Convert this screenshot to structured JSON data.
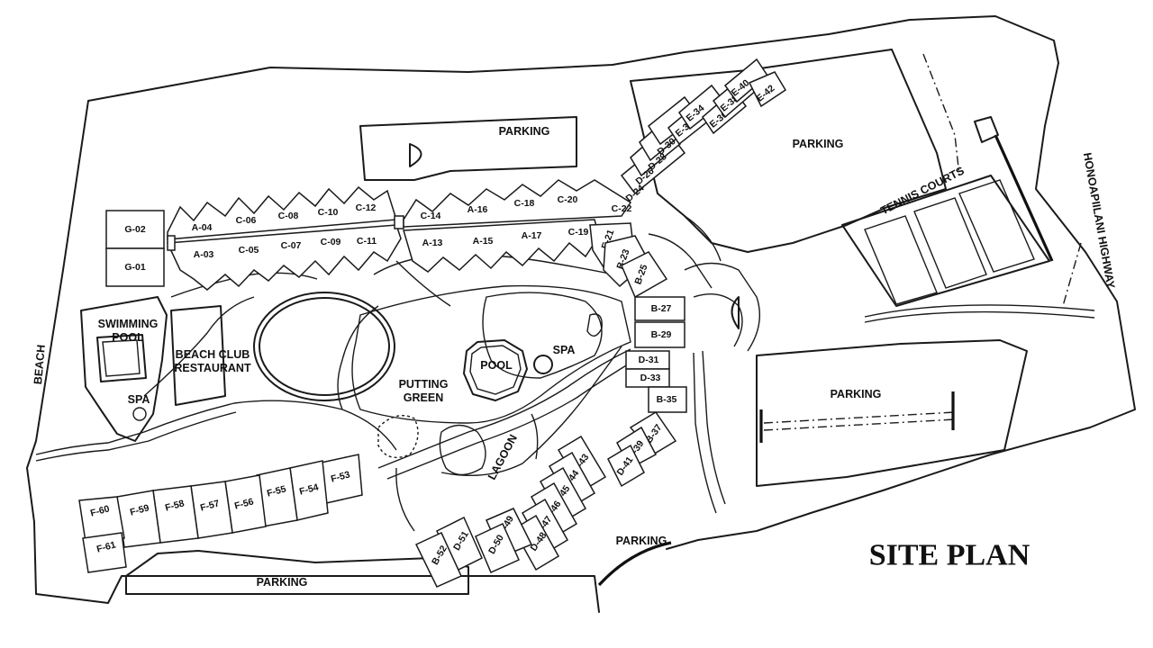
{
  "title": "SITE PLAN",
  "labels": {
    "parking_north": "PARKING",
    "parking_northeast": "PARKING",
    "parking_east": "PARKING",
    "parking_south": "PARKING",
    "parking_southeast": "PARKING",
    "tennis_courts": "TENNIS COURTS",
    "highway": "HONOAPIILANI HIGHWAY",
    "beach": "BEACH",
    "swimming_pool_1": "SWIMMING",
    "swimming_pool_2": "POOL",
    "beach_club_1": "BEACH CLUB",
    "beach_club_2": "RESTAURANT",
    "spa_west": "SPA",
    "pool": "POOL",
    "spa_center": "SPA",
    "putting_1": "PUTTING",
    "putting_2": "GREEN",
    "lagoon": "LAGOON"
  },
  "units": {
    "g02": "G-02",
    "g01": "G-01",
    "a04": "A-04",
    "c06": "C-06",
    "c08": "C-08",
    "c10": "C-10",
    "c12": "C-12",
    "a03": "A-03",
    "c05": "C-05",
    "c07": "C-07",
    "c09": "C-09",
    "c11": "C-11",
    "c14": "C-14",
    "a16": "A-16",
    "c18": "C-18",
    "c20": "C-20",
    "c22": "C-22",
    "a13": "A-13",
    "a15": "A-15",
    "a17": "A-17",
    "c19": "C-19",
    "e21": "E-21",
    "b23": "B-23",
    "b25": "B-25",
    "d24": "D-24",
    "d26": "D-26",
    "d28": "D-28",
    "d30": "D-30",
    "e32": "E-32",
    "e34": "E-34",
    "e36": "E-36",
    "e38": "E-38",
    "e40": "E-40",
    "e42": "E-42",
    "b27": "B-27",
    "b29": "B-29",
    "d31": "D-31",
    "d33": "D-33",
    "b35": "B-35",
    "b37": "B-37",
    "d39": "D-39",
    "d41": "D-41",
    "d43": "D-43",
    "d44": "D-44",
    "d45": "D-45",
    "d46": "D-46",
    "d47": "D-47",
    "d48": "D-48",
    "d49": "D-49",
    "d50": "D-50",
    "d51": "D-51",
    "b52": "B-52",
    "f53": "F-53",
    "f54": "F-54",
    "f55": "F-55",
    "f56": "F-56",
    "f57": "F-57",
    "f58": "F-58",
    "f59": "F-59",
    "f60": "F-60",
    "f61": "F-61"
  }
}
